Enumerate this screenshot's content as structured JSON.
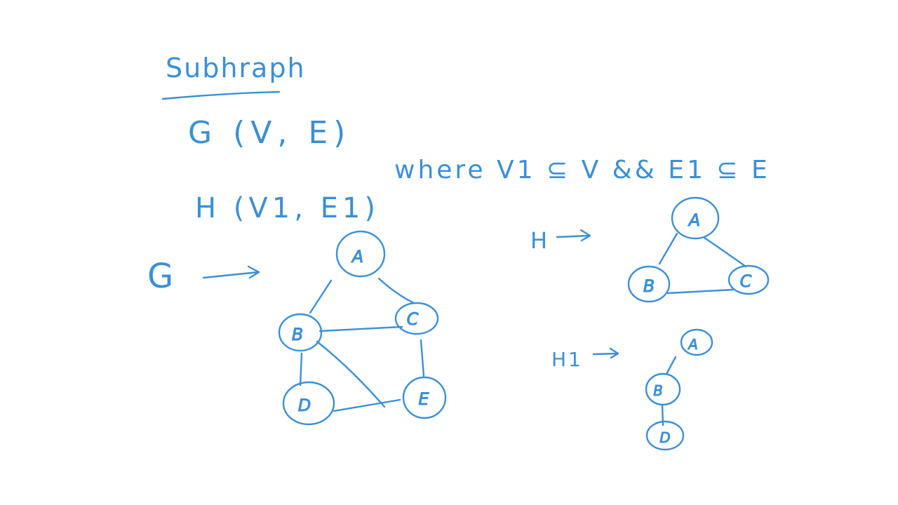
{
  "ink_color": "#3b8fd6",
  "title": "Subhraph",
  "formula_g": "G (V, E)",
  "formula_h": "H (V1, E1)",
  "condition": "where V1 ⊆ V && E1 ⊆ E",
  "label_g": "G",
  "label_h": "H",
  "label_h1": "H1",
  "graph_g": {
    "nodes": [
      "A",
      "B",
      "C",
      "D",
      "E"
    ],
    "edges": [
      [
        "A",
        "B"
      ],
      [
        "A",
        "C"
      ],
      [
        "B",
        "C"
      ],
      [
        "B",
        "D"
      ],
      [
        "B",
        "E"
      ],
      [
        "C",
        "E"
      ],
      [
        "D",
        "E"
      ]
    ]
  },
  "graph_h": {
    "nodes": [
      "A",
      "B",
      "C"
    ],
    "edges": [
      [
        "A",
        "B"
      ],
      [
        "A",
        "C"
      ],
      [
        "B",
        "C"
      ]
    ]
  },
  "graph_h1": {
    "nodes": [
      "A",
      "B",
      "D"
    ],
    "edges": [
      [
        "A",
        "B"
      ],
      [
        "B",
        "D"
      ]
    ]
  }
}
